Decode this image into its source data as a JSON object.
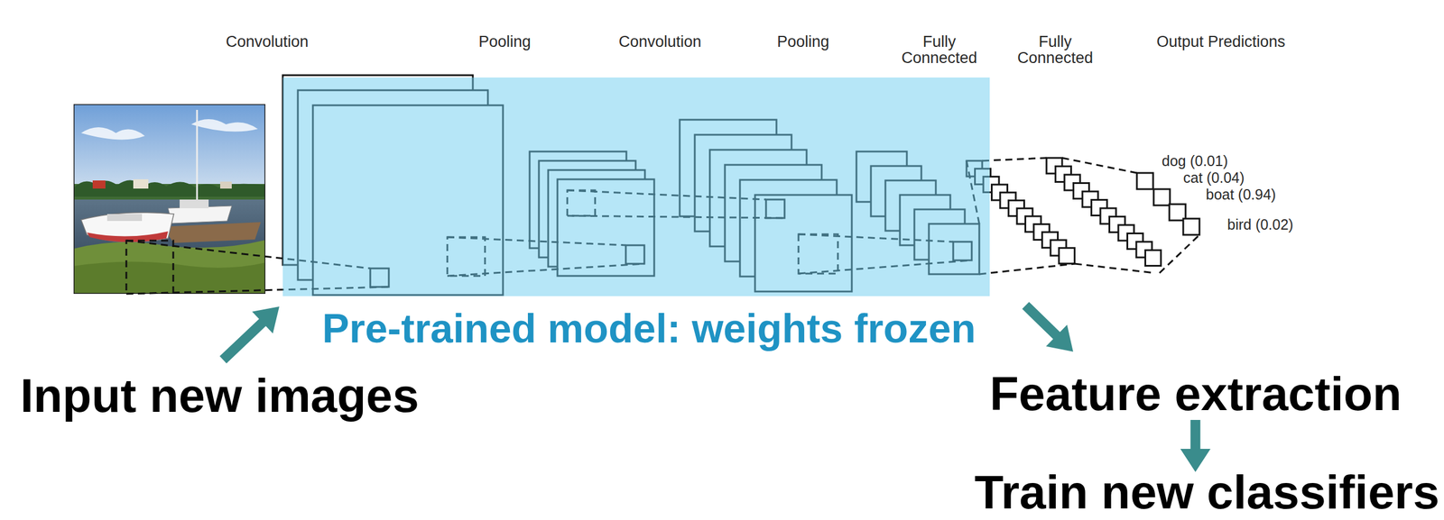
{
  "diagram": {
    "nodes": [
      {
        "text": [
          "Pre-trained model: weights frozen"
        ]
      }
    ],
    "labels": [
      "Convolution",
      "Pooling",
      "Convolution",
      "Pooling",
      "Fully Connected",
      "Fully Connected",
      "Output Predictions",
      "dog (0.01)",
      "cat (0.04)",
      "boat (0.94)",
      "bird (0.02)",
      "Input new images",
      "Feature extraction",
      "Train new classifiers"
    ]
  }
}
